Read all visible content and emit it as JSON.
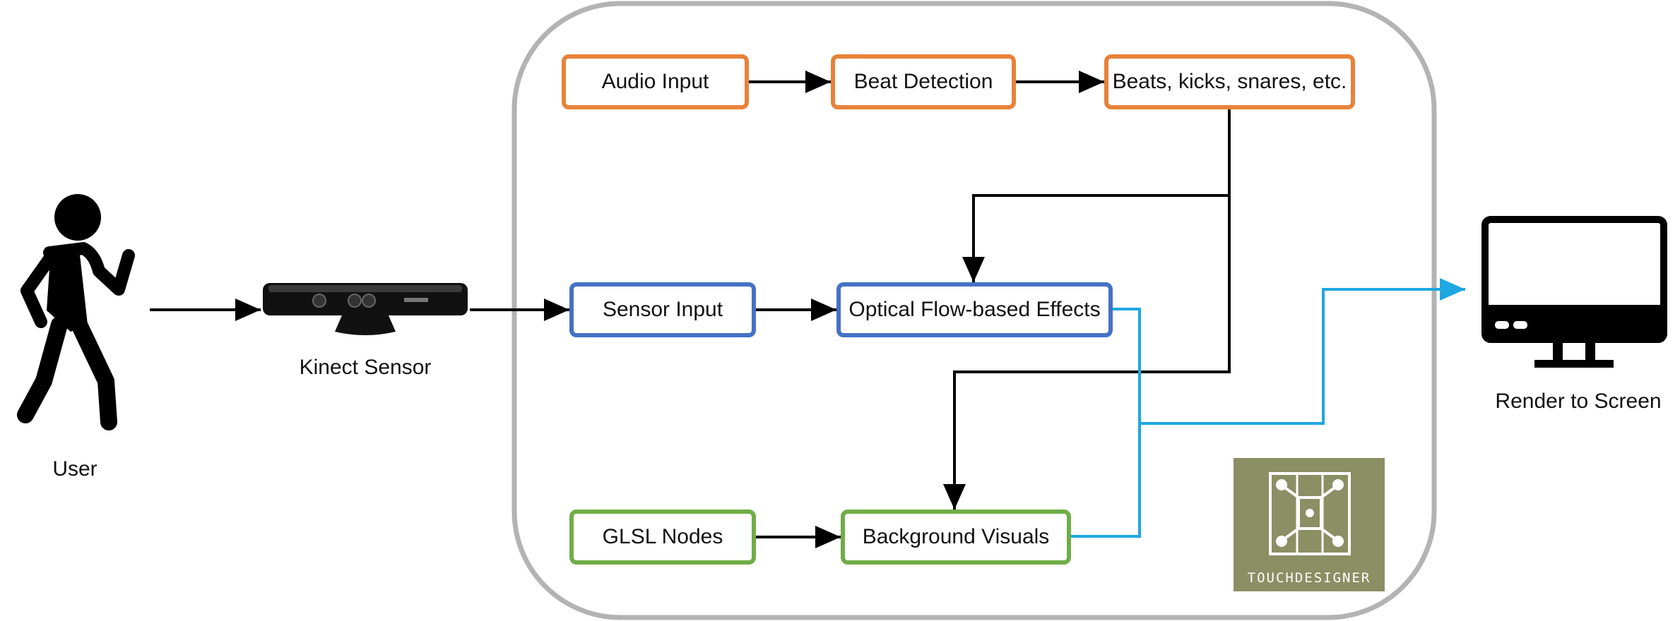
{
  "external": {
    "user_label": "User",
    "kinect_label": "Kinect Sensor",
    "screen_label": "Render to Screen"
  },
  "audio_row": {
    "input": "Audio Input",
    "detection": "Beat Detection",
    "output": "Beats, kicks, snares, etc."
  },
  "sensor_row": {
    "input": "Sensor Input",
    "effects": "Optical Flow-based Effects"
  },
  "glsl_row": {
    "input": "GLSL Nodes",
    "visuals": "Background Visuals"
  },
  "logo": {
    "text": "TOUCHDESIGNER"
  },
  "colors": {
    "audio": "#e8823a",
    "sensor": "#4472c4",
    "glsl": "#70ad47",
    "render_path": "#1ea7e1",
    "container": "#b3b3b3",
    "logo_bg": "#8b8f64"
  }
}
